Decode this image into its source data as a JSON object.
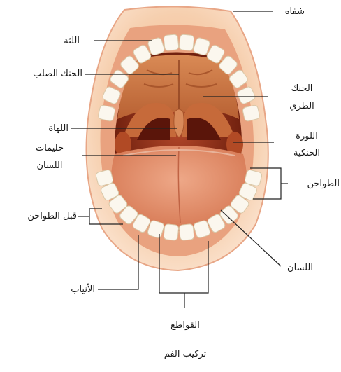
{
  "diagram": {
    "caption": "تركيب الفم",
    "labels": {
      "lips": "شفاه",
      "gums": "اللثة",
      "hard_palate": "الحنك الصلب",
      "soft_palate_1": "الحنك",
      "soft_palate_2": "الطري",
      "uvula": "اللهاة",
      "tonsil_1": "اللوزة",
      "tonsil_2": "الحنكية",
      "papillae_1": "حليمات",
      "papillae_2": "اللسان",
      "molars": "الطواحن",
      "premolars": "قبل الطواحن",
      "tongue": "اللسان",
      "canines": "الأنياب",
      "incisors": "القواطع"
    },
    "colors": {
      "lip_outer": "#f6c9a6",
      "lip_inner": "#e59a74",
      "cavity": "#8a2f17",
      "palate": "#c8733f",
      "tongue": "#e08a66",
      "teeth": "#fbf7ee",
      "gum": "#eaa07c",
      "line": "#222222"
    }
  }
}
